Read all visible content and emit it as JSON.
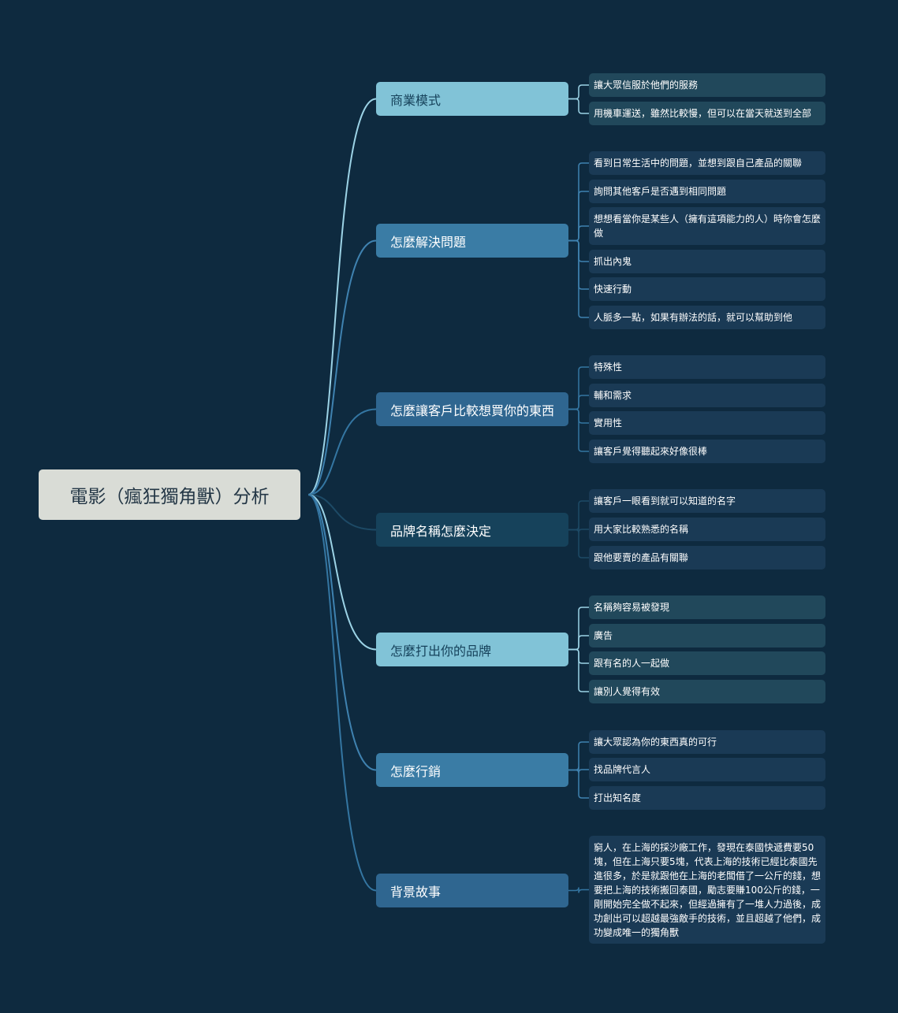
{
  "root": {
    "label": "電影（瘋狂獨角獸）分析"
  },
  "colors": {
    "background": "#0e2a3f",
    "root": "#d9dcd6",
    "branch_light": "#81c3d7",
    "branch_mid": "#3a7ca5",
    "branch_dark": "#16425b",
    "branch_blue": "#2f6690",
    "leaf_teal": "#21485b",
    "leaf_navy": "#1a3a55"
  },
  "branches": [
    {
      "label": "商業模式",
      "style": "light",
      "children": [
        "讓大眾信服於他們的服務",
        "用機車運送，雖然比較慢，但可以在當天就送到全部"
      ]
    },
    {
      "label": "怎麼解決問題",
      "style": "mid",
      "children": [
        "看到日常生活中的問題，並想到跟自己產品的關聯",
        "詢問其他客戶是否遇到相同問題",
        "想想看當你是某些人（擁有這項能力的人）時你會怎麼做",
        "抓出內鬼",
        "快速行動",
        "人脈多一點，如果有辦法的話，就可以幫助到他"
      ]
    },
    {
      "label": "怎麼讓客戶比較想買你的東西",
      "style": "blue",
      "children": [
        "特殊性",
        "輔和需求",
        "實用性",
        "讓客戶覺得聽起來好像很棒"
      ]
    },
    {
      "label": "品牌名稱怎麼決定",
      "style": "dark",
      "children": [
        "讓客戶一眼看到就可以知道的名字",
        "用大家比較熟悉的名稱",
        "跟他要賣的產品有關聯"
      ]
    },
    {
      "label": "怎麼打出你的品牌",
      "style": "light",
      "children": [
        "名稱夠容易被發現",
        "廣告",
        "跟有名的人一起做",
        "讓別人覺得有效"
      ]
    },
    {
      "label": "怎麼行銷",
      "style": "mid",
      "children": [
        "讓大眾認為你的東西真的可行",
        "找品牌代言人",
        "打出知名度"
      ]
    },
    {
      "label": "背景故事",
      "style": "blue",
      "children": [
        "窮人，在上海的採沙廠工作，發現在泰國快遞費要50塊，但在上海只要5塊，代表上海的技術已經比泰國先進很多，於是就跟他在上海的老闆借了一公斤的錢，想要把上海的技術搬回泰國，勵志要賺100公斤的錢，一剛開始完全做不起來，但經過擁有了一堆人力過後，成功創出可以超越最強敵手的技術，並且超越了他們，成功變成唯一的獨角獸"
      ]
    }
  ]
}
